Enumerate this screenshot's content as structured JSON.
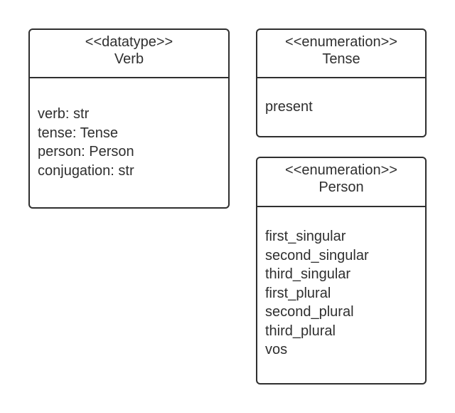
{
  "diagram": {
    "classes": [
      {
        "stereotype": "<<datatype>>",
        "name": "Verb",
        "members": [
          "verb: str",
          "tense: Tense",
          "person: Person",
          "conjugation: str"
        ]
      },
      {
        "stereotype": "<<enumeration>>",
        "name": "Tense",
        "members": [
          "present"
        ]
      },
      {
        "stereotype": "<<enumeration>>",
        "name": "Person",
        "members": [
          "first_singular",
          "second_singular",
          "third_singular",
          "first_plural",
          "second_plural",
          "third_plural",
          "vos"
        ]
      }
    ],
    "colors": {
      "stroke": "#2f2f2f",
      "text": "#2f2f2f",
      "background": "#ffffff"
    }
  }
}
